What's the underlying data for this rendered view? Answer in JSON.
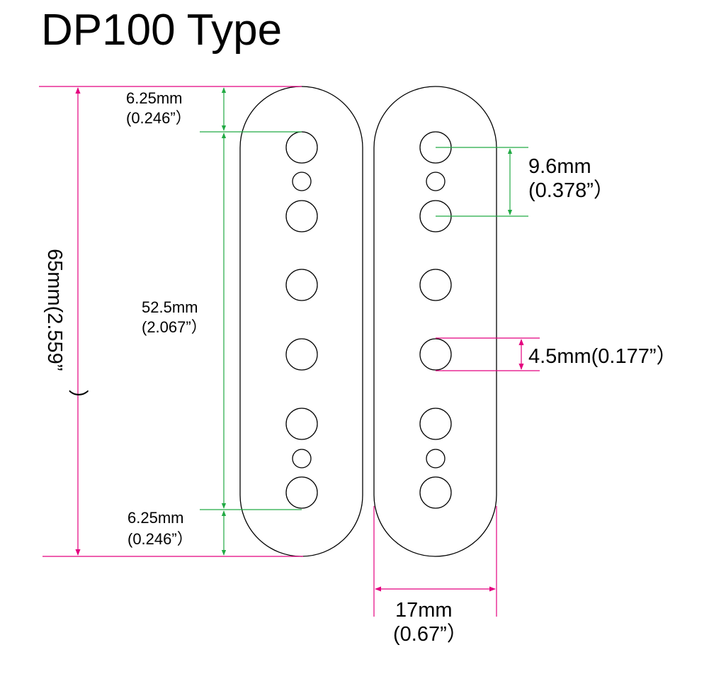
{
  "title": "DP100 Type",
  "dimensions": {
    "overall_length": {
      "line1": "65mm(2.559”",
      "line2": "）"
    },
    "top_margin": {
      "line1": "6.25mm",
      "line2": "(0.246”）"
    },
    "pole_span": {
      "line1": "52.5mm",
      "line2": "(2.067”）"
    },
    "bottom_margin": {
      "line1": "6.25mm",
      "line2": "(0.246”）"
    },
    "pole_spacing": {
      "line1": "9.6mm",
      "line2": "(0.378”）"
    },
    "pole_diameter": {
      "line1": "4.5mm(0.177”）"
    },
    "width": {
      "line1": "17mm",
      "line2": "(0.67”）"
    }
  },
  "colors": {
    "outline": "#000000",
    "dimension_magenta": "#e4007f",
    "dimension_green": "#22aa44"
  }
}
